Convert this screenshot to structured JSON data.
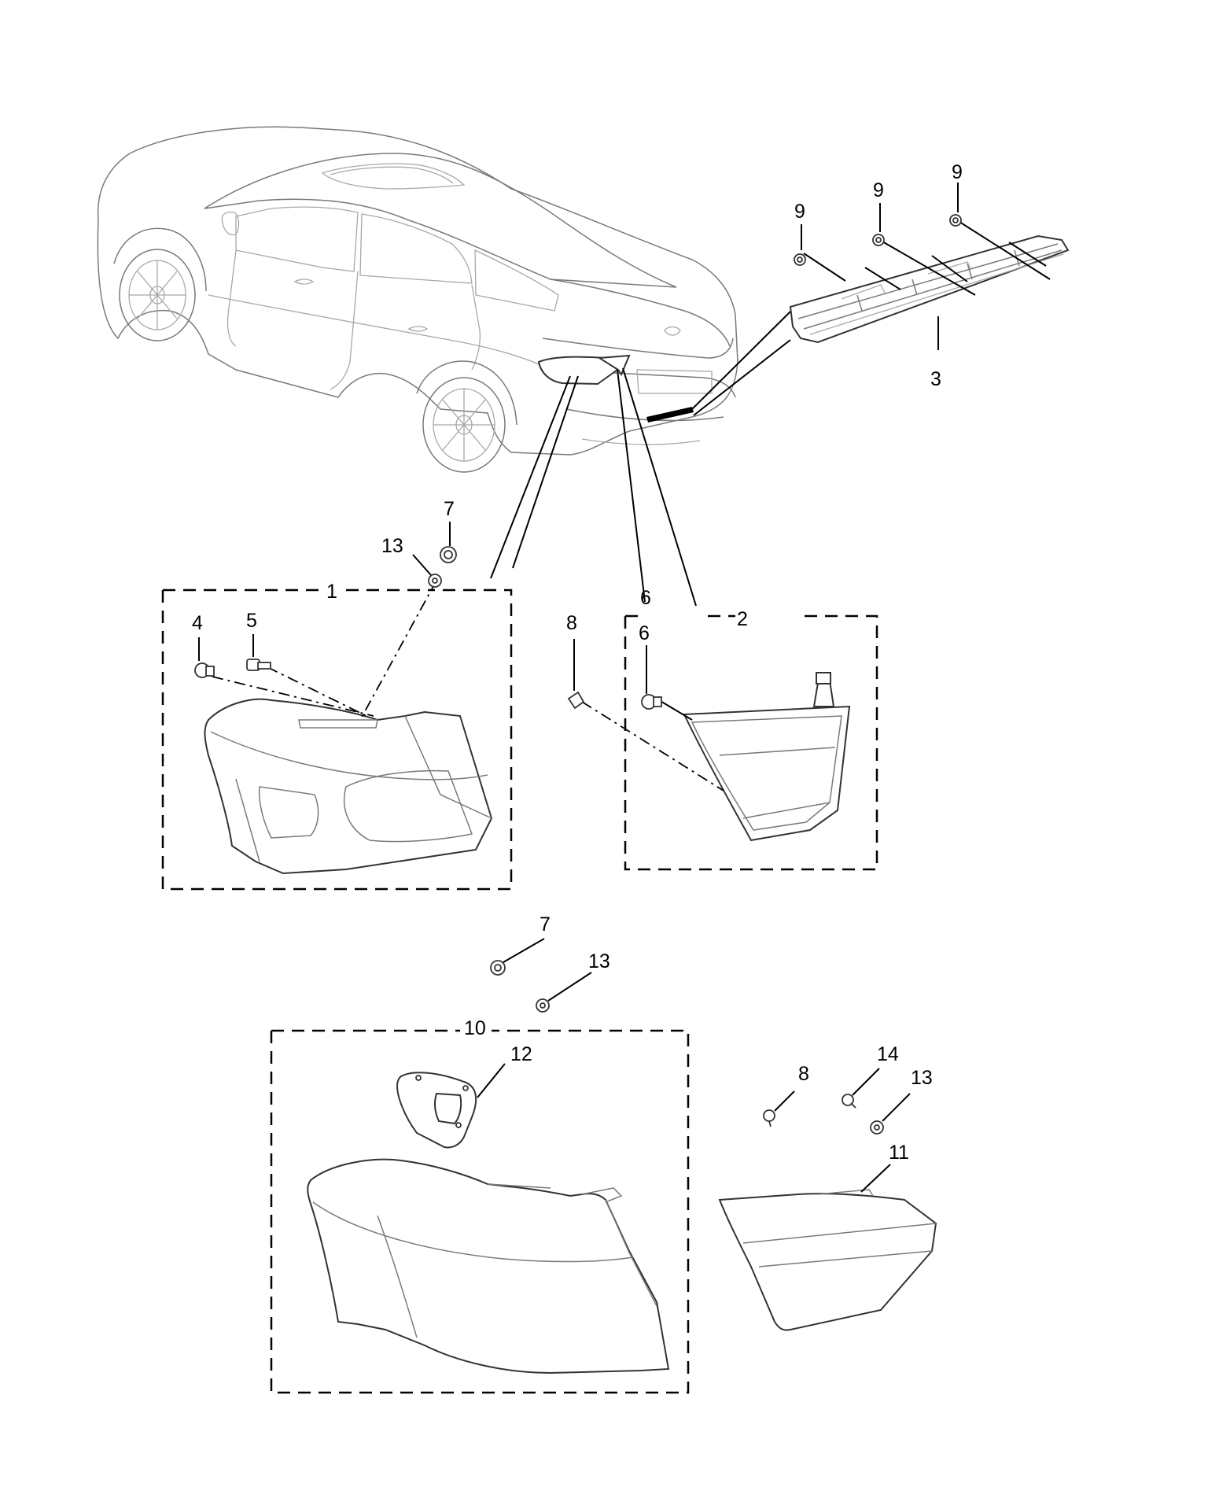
{
  "callouts": {
    "c1": "1",
    "c2": "2",
    "c3": "3",
    "c4": "4",
    "c5": "5",
    "c6a": "6",
    "c6b": "6",
    "c7a": "7",
    "c7b": "7",
    "c8a": "8",
    "c8b": "8",
    "c9a": "9",
    "c9b": "9",
    "c9c": "9",
    "c10": "10",
    "c11": "11",
    "c12": "12",
    "c13a": "13",
    "c13b": "13",
    "c13c": "13",
    "c14": "14"
  }
}
